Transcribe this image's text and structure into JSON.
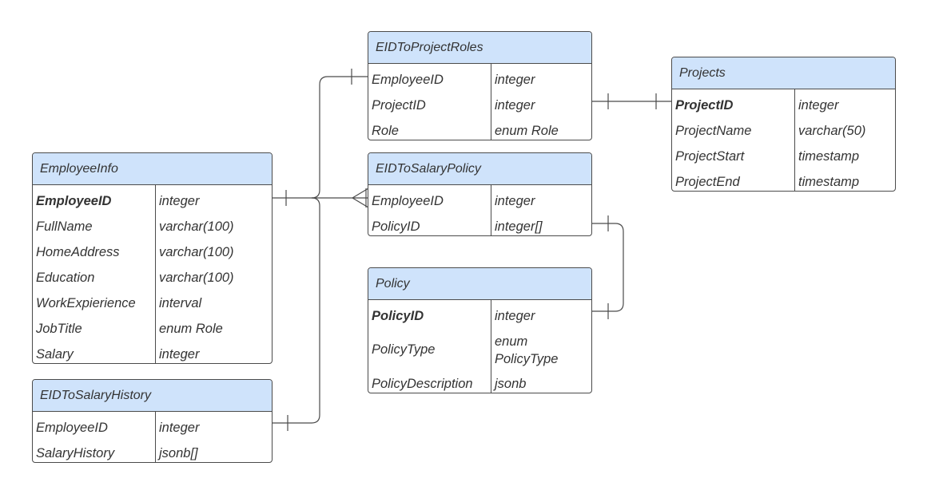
{
  "entities": {
    "employee_info": {
      "title": "EmployeeInfo",
      "columns": [
        {
          "name": "EmployeeID",
          "type": "integer",
          "pk": true
        },
        {
          "name": "FullName",
          "type": "varchar(100)"
        },
        {
          "name": "HomeAddress",
          "type": "varchar(100)"
        },
        {
          "name": "Education",
          "type": "varchar(100)"
        },
        {
          "name": "WorkExpierience",
          "type": "interval"
        },
        {
          "name": "JobTitle",
          "type": "enum Role"
        },
        {
          "name": "Salary",
          "type": "integer"
        }
      ]
    },
    "eid_to_salary_history": {
      "title": "EIDToSalaryHistory",
      "columns": [
        {
          "name": "EmployeeID",
          "type": "integer"
        },
        {
          "name": "SalaryHistory",
          "type": "jsonb[]"
        }
      ]
    },
    "eid_to_project_roles": {
      "title": "EIDToProjectRoles",
      "columns": [
        {
          "name": "EmployeeID",
          "type": "integer"
        },
        {
          "name": "ProjectID",
          "type": "integer"
        },
        {
          "name": "Role",
          "type": "enum Role"
        }
      ]
    },
    "eid_to_salary_policy": {
      "title": "EIDToSalaryPolicy",
      "columns": [
        {
          "name": "EmployeeID",
          "type": "integer"
        },
        {
          "name": "PolicyID",
          "type": "integer[]"
        }
      ]
    },
    "policy": {
      "title": "Policy",
      "columns": [
        {
          "name": "PolicyID",
          "type": "integer",
          "pk": true
        },
        {
          "name": "PolicyType",
          "type_line1": "enum",
          "type_line2": "PolicyType"
        },
        {
          "name": "PolicyDescription",
          "type": "jsonb"
        }
      ]
    },
    "projects": {
      "title": "Projects",
      "columns": [
        {
          "name": "ProjectID",
          "type": "integer",
          "pk": true
        },
        {
          "name": "ProjectName",
          "type": "varchar(50)"
        },
        {
          "name": "ProjectStart",
          "type": "timestamp"
        },
        {
          "name": "ProjectEnd",
          "type": "timestamp"
        }
      ]
    }
  },
  "colors": {
    "header_fill": "#cfe3fb",
    "border": "#4b4b4b",
    "text": "#333333",
    "connector": "#4b4b4b"
  }
}
